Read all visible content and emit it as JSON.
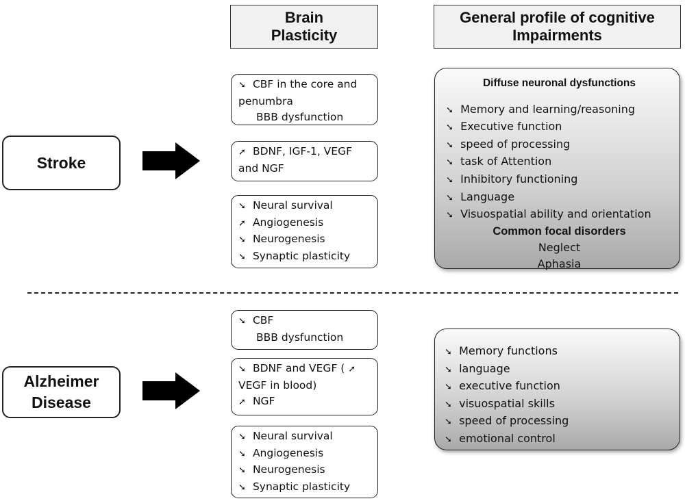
{
  "headers": {
    "plasticity": "Brain Plasticity",
    "cognitive": "General profile of cognitive Impairments"
  },
  "glyphs": {
    "down": "➘",
    "up": "➚"
  },
  "stroke": {
    "label": "Stroke",
    "box1": {
      "line1": "CBF in the core and penumbra",
      "line2": "BBB dysfunction"
    },
    "box2": {
      "line1": "BDNF, IGF-1, VEGF and NGF"
    },
    "box3": {
      "items": [
        {
          "dir": "down",
          "text": "Neural survival"
        },
        {
          "dir": "up",
          "text": "Angiogenesis"
        },
        {
          "dir": "down",
          "text": "Neurogenesis"
        },
        {
          "dir": "down",
          "text": "Synaptic plasticity"
        }
      ]
    },
    "profile": {
      "title": "Diffuse neuronal dysfunctions",
      "items": [
        "Memory and learning/reasoning",
        "Executive function",
        "speed of processing",
        "task of Attention",
        "Inhibitory functioning",
        "Language",
        "Visuospatial ability and orientation"
      ],
      "subtitle": "Common focal disorders",
      "focal": [
        "Neglect",
        "Aphasia"
      ]
    }
  },
  "ad": {
    "label_line1": "Alzheimer",
    "label_line2": "Disease",
    "box1": {
      "line1": "CBF",
      "line2": "BBB dysfunction"
    },
    "box2": {
      "part1": "BDNF and VEGF (",
      "part2": "VEGF in blood)",
      "line3": "NGF"
    },
    "box3": {
      "items": [
        {
          "dir": "down",
          "text": "Neural survival"
        },
        {
          "dir": "down",
          "text": "Angiogenesis"
        },
        {
          "dir": "down",
          "text": "Neurogenesis"
        },
        {
          "dir": "down",
          "text": "Synaptic plasticity"
        }
      ]
    },
    "profile": {
      "items": [
        "Memory functions",
        "language",
        "executive function",
        "visuospatial skills",
        "speed of processing",
        "emotional control"
      ]
    }
  }
}
